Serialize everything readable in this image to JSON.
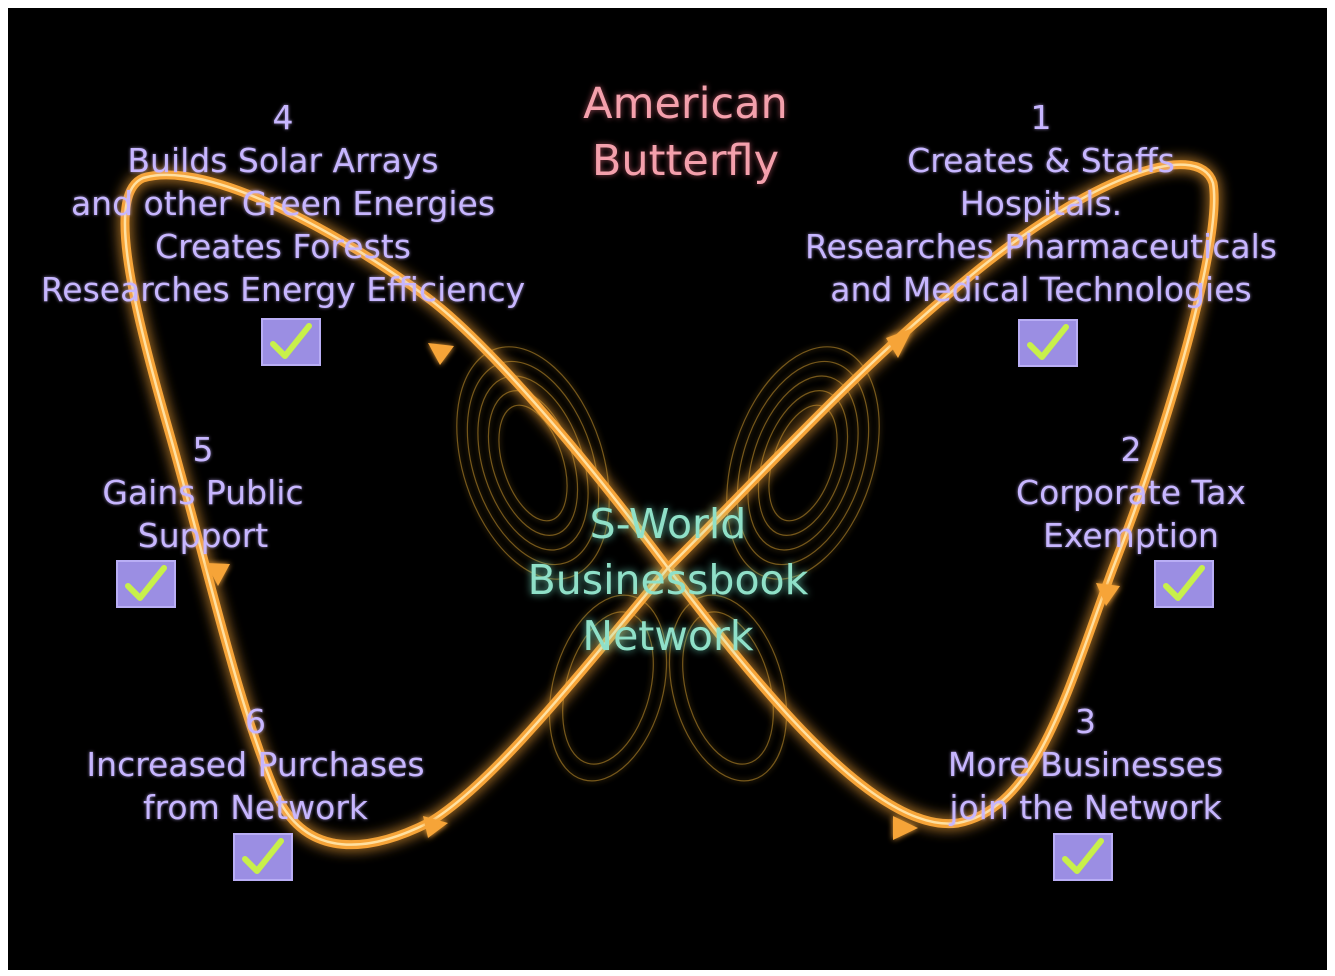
{
  "title": [
    "American",
    "Butterfly"
  ],
  "center_label": [
    "S-World",
    "Businessbook",
    "Network"
  ],
  "steps": [
    {
      "number": "1",
      "lines": [
        "Creates & Staffs",
        "Hospitals.",
        "Researches Pharmaceuticals",
        "and Medical Technologies"
      ],
      "checked": true
    },
    {
      "number": "2",
      "lines": [
        "Corporate Tax",
        "Exemption"
      ],
      "checked": true
    },
    {
      "number": "3",
      "lines": [
        "More Businesses",
        "join the Network"
      ],
      "checked": true
    },
    {
      "number": "4",
      "lines": [
        "Builds Solar Arrays",
        "and other Green Energies",
        "Creates Forests",
        "Researches Energy Efficiency"
      ],
      "checked": true
    },
    {
      "number": "5",
      "lines": [
        "Gains Public",
        "Support"
      ],
      "checked": true
    },
    {
      "number": "6",
      "lines": [
        "Increased Purchases",
        "from Network"
      ],
      "checked": true
    }
  ],
  "colors": {
    "background": "#000000",
    "loop": "#f6a437",
    "title": "#f4a0ac",
    "step_text": "#c7b6ff",
    "center_text": "#8fe0c8",
    "checkbox": "#9b8ee3",
    "checkmark": "#c8f04a"
  },
  "icons": [
    "checkmark-icon",
    "arrow-icon",
    "butterfly-attractor-icon"
  ]
}
